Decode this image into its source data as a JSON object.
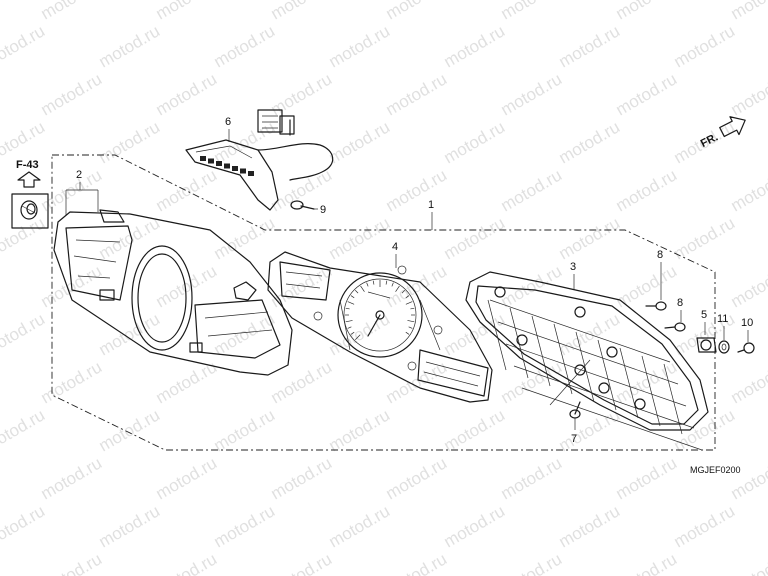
{
  "watermark": {
    "text": "motod.ru"
  },
  "reference": {
    "label": "F-43"
  },
  "front_indicator": {
    "label": "FR."
  },
  "diagram_code": "MGJEF0200",
  "callouts": {
    "c1": "1",
    "c2": "2",
    "c3": "3",
    "c4": "4",
    "c5": "5",
    "c6": "6",
    "c7": "7",
    "c8a": "8",
    "c8b": "8",
    "c9": "9",
    "c10": "10",
    "c11": "11"
  }
}
